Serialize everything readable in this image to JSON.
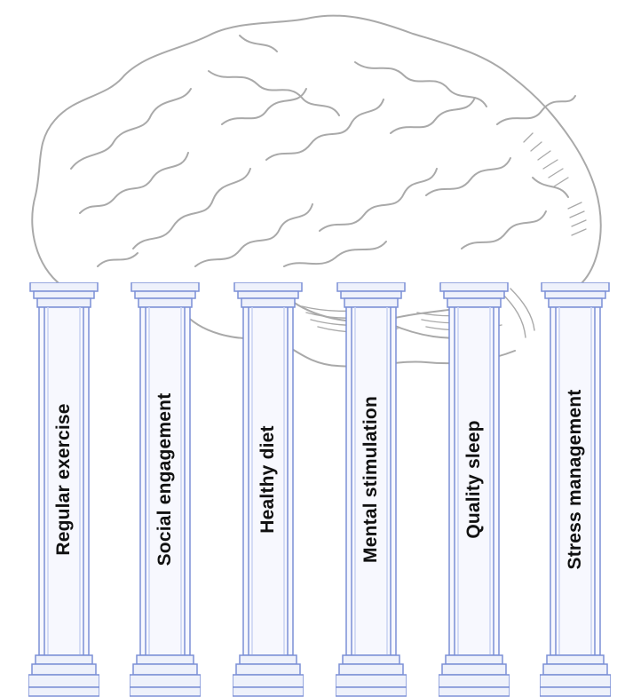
{
  "pillars": [
    {
      "label": "Regular exercise"
    },
    {
      "label": "Social engagement"
    },
    {
      "label": "Healthy diet"
    },
    {
      "label": "Mental stimulation"
    },
    {
      "label": "Quality sleep"
    },
    {
      "label": "Stress management"
    }
  ],
  "colors": {
    "pillar_fill": "#eef1fb",
    "pillar_stroke": "#7b8fd6",
    "pillar_light": "#c9d3f2",
    "brain_stroke": "#a9a9a9",
    "label": "#111111"
  },
  "icons": {
    "brain": "brain-icon",
    "column": "column-icon"
  }
}
